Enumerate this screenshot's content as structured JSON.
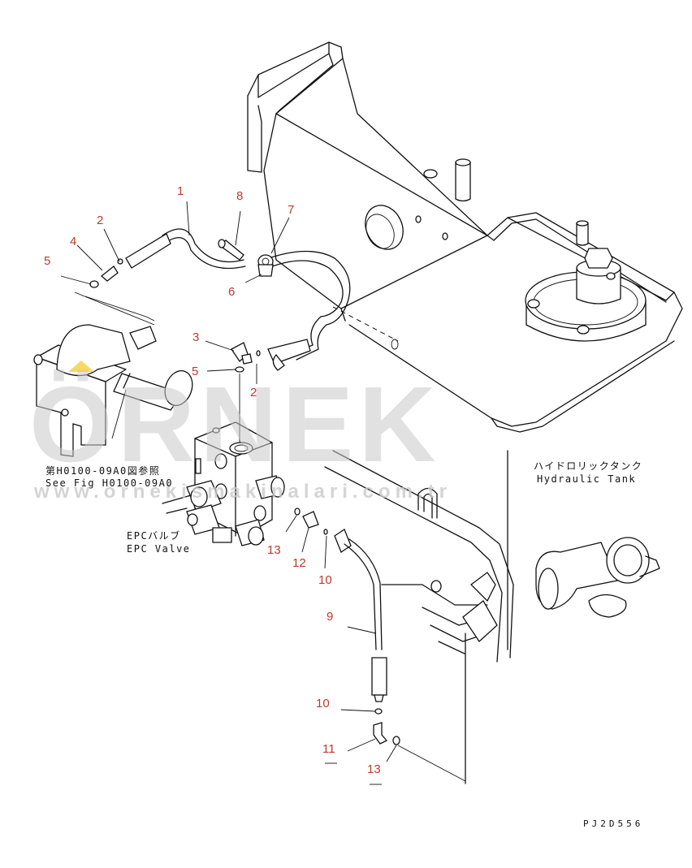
{
  "callouts": {
    "c1": "1",
    "c2a": "2",
    "c2b": "2",
    "c3": "3",
    "c4": "4",
    "c5a": "5",
    "c5b": "5",
    "c6": "6",
    "c7": "7",
    "c8": "8",
    "c9": "9",
    "c10a": "10",
    "c10b": "10",
    "c11": "11",
    "c12": "12",
    "c13a": "13",
    "c13b": "13"
  },
  "labels": {
    "see_fig_jp": "第H0100-09A0図参照",
    "see_fig_en": "See Fig H0100-09A0",
    "epc_jp": "EPCバルブ",
    "epc_en": "EPC Valve",
    "tank_jp": "ハイドロリックタンク",
    "tank_en": "Hydraulic Tank"
  },
  "drawing_code": "PJ2D556",
  "watermark": {
    "text": "ÖRNEK",
    "url": "www.ornekismakinalari.com.tr"
  },
  "colors": {
    "callout": "#c0392b",
    "line": "#111111",
    "watermark": "#c9c9c9",
    "watermark_accent": "#f4d03f"
  }
}
